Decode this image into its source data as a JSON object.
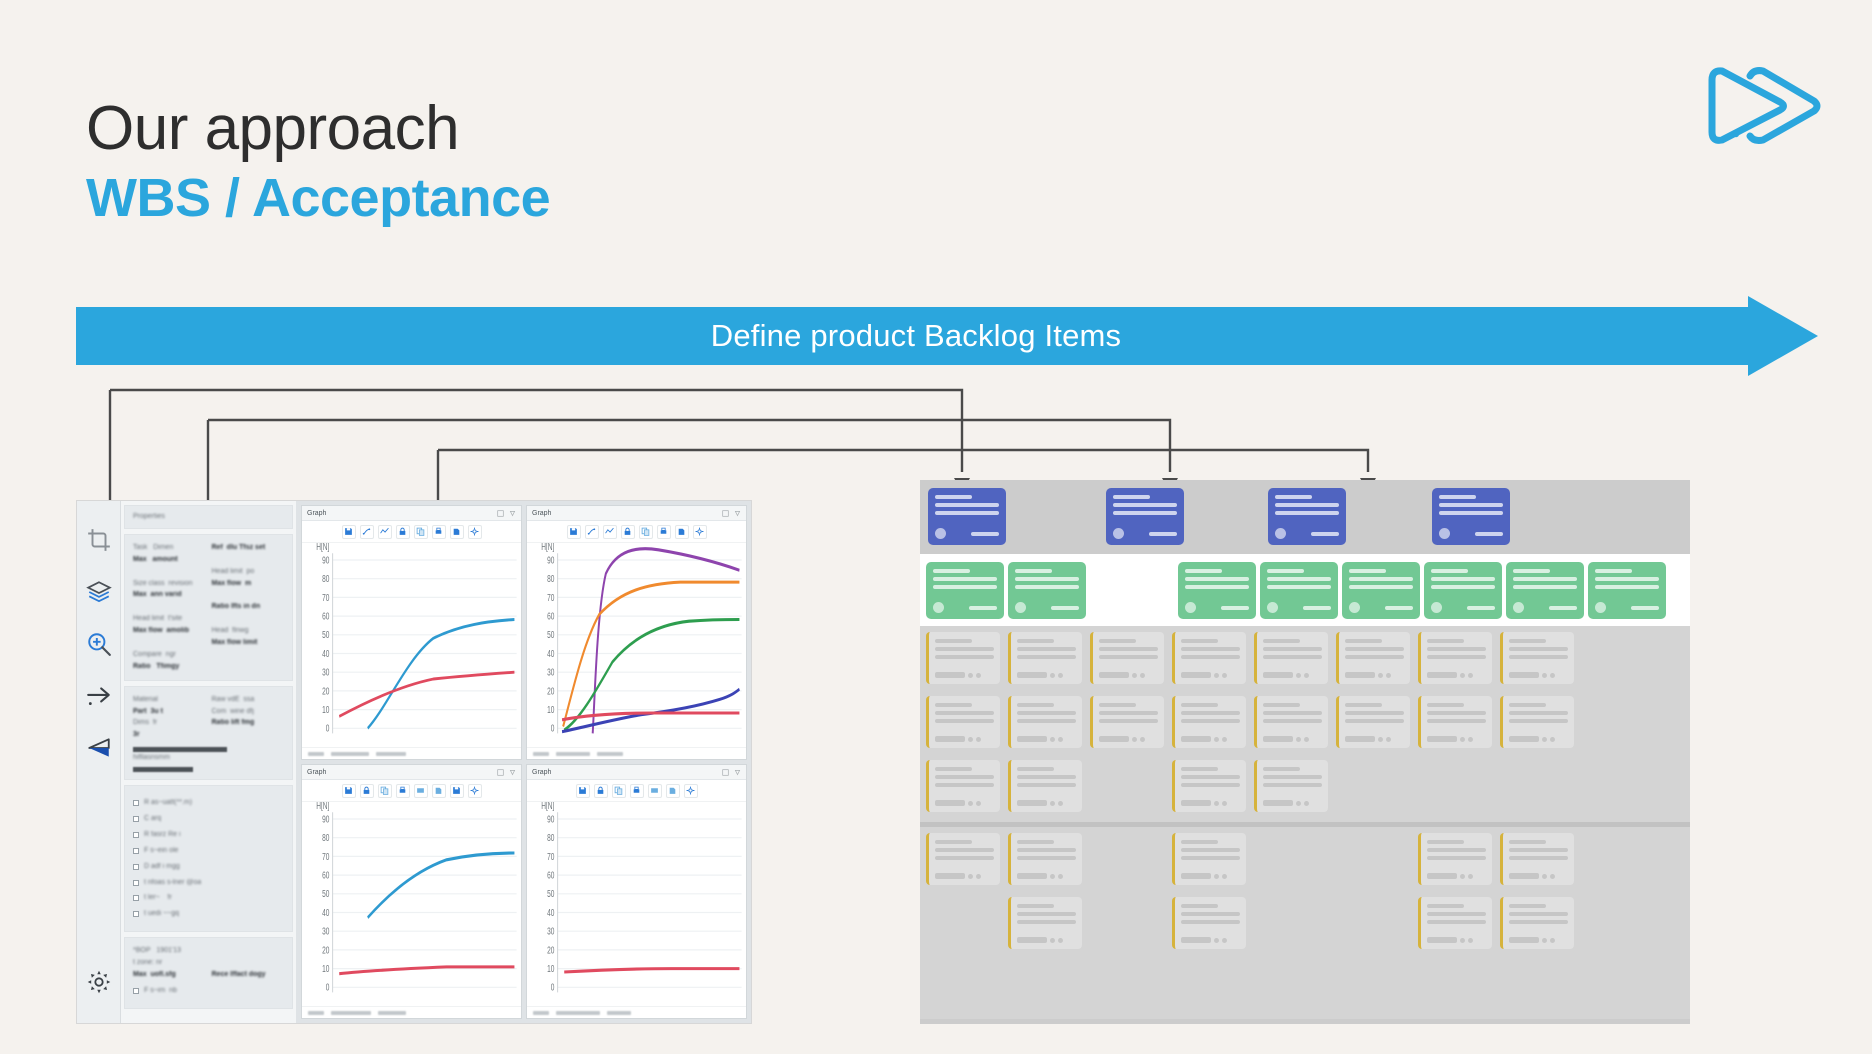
{
  "slide": {
    "background_color": "#f5f2ee",
    "accent_color": "#2ba6dd",
    "title_primary": "Our approach",
    "title_secondary": "WBS / Acceptance"
  },
  "logo": {
    "name": "double-chevron-play-logo",
    "color": "#2ba6dd"
  },
  "banner": {
    "label": "Define product Backlog Items",
    "fill_color": "#2ba6dd",
    "text_color": "#ffffff",
    "shape": "right-arrow"
  },
  "connectors": {
    "stroke_color": "#4a4a4a",
    "lines": [
      {
        "from": "app-window-top",
        "to": "board-epic-1",
        "y": 330
      },
      {
        "from": "app-window-top",
        "to": "board-epic-2",
        "y": 358
      },
      {
        "from": "app-window-top",
        "to": "board-epic-3",
        "y": 386
      }
    ]
  },
  "app_window": {
    "name": "simulation-application",
    "toolbar": {
      "icons": [
        {
          "name": "crop-icon",
          "label": "Crop"
        },
        {
          "name": "layers-icon",
          "label": "Layers"
        },
        {
          "name": "zoom-in-icon",
          "label": "Zoom in"
        },
        {
          "name": "arrow-right-icon",
          "label": "Move"
        },
        {
          "name": "measure-triangle-icon",
          "label": "Measure"
        },
        {
          "name": "gear-icon",
          "label": "Settings"
        }
      ]
    },
    "side_panel": {
      "header_label": "Properties",
      "sections": [
        {
          "name": "task-properties",
          "fields": [
            {
              "label": "Task",
              "value": "(blurred)"
            },
            {
              "label": "Max",
              "value": "(blurred)"
            },
            {
              "label": "Ref",
              "value": "(blurred)"
            },
            {
              "label": "Size class",
              "value": "(blurred)"
            },
            {
              "label": "Head",
              "value": "(blurred)"
            },
            {
              "label": "Max",
              "value": "(blurred)"
            },
            {
              "label": "Head limit",
              "value": "(blurred)"
            },
            {
              "label": "Max flow",
              "value": "(blurred)"
            },
            {
              "label": "Ratio",
              "value": "(blurred)"
            },
            {
              "label": "Compare",
              "value": "(blurred)"
            },
            {
              "label": "Ratio",
              "value": "(blurred)"
            }
          ]
        },
        {
          "name": "material-section",
          "fields": [
            {
              "label": "Material",
              "value": "(blurred)"
            },
            {
              "label": "Part",
              "value": "(blurred)"
            },
            {
              "label": "Raw",
              "value": "(blurred)"
            },
            {
              "label": "Com",
              "value": "(blurred)"
            },
            {
              "label": "Dims",
              "value": "(blurred)"
            },
            {
              "label": "Ratio",
              "value": "(blurred)"
            }
          ]
        },
        {
          "name": "options-checklist",
          "items": [
            {
              "label": "(blurred)",
              "checked": false
            },
            {
              "label": "(blurred)",
              "checked": false
            },
            {
              "label": "(blurred)",
              "checked": false
            },
            {
              "label": "(blurred)",
              "checked": false
            },
            {
              "label": "(blurred)",
              "checked": false
            },
            {
              "label": "(blurred)",
              "checked": false
            },
            {
              "label": "(blurred)",
              "checked": false
            }
          ]
        },
        {
          "name": "footer-section",
          "fields": [
            {
              "label": "BOP",
              "value": "(blurred)"
            },
            {
              "label": "Max",
              "value": "(blurred)"
            },
            {
              "label": "Rece",
              "value": "(blurred)"
            }
          ]
        }
      ]
    },
    "graph_panels": [
      {
        "name": "graph-panel-1",
        "title": "Graph"
      },
      {
        "name": "graph-panel-2",
        "title": "Graph"
      },
      {
        "name": "graph-panel-3",
        "title": "Graph"
      },
      {
        "name": "graph-panel-4",
        "title": "Graph"
      }
    ],
    "graph_toolbar_icons": [
      "save-icon",
      "curve-fit-icon",
      "line-chart-icon",
      "lock-icon",
      "copy-icon",
      "print-icon",
      "export-icon",
      "settings-icon"
    ]
  },
  "chart_data": [
    {
      "id": "graph-panel-1",
      "type": "line",
      "title": "Graph",
      "xlabel": "",
      "ylabel": "H [N]",
      "ylim": [
        0,
        90
      ],
      "yticks": [
        0,
        10,
        20,
        30,
        40,
        50,
        60,
        70,
        80,
        90
      ],
      "xticks": [
        "0.05"
      ],
      "grid": true,
      "legend": "none",
      "x": [
        0.05,
        0.15,
        0.3,
        0.45,
        0.6,
        0.75,
        0.9,
        1.0
      ],
      "series": [
        {
          "name": "series-blue",
          "color": "#2e9ad0",
          "values": [
            null,
            8,
            26,
            43,
            52,
            57,
            59,
            60
          ]
        },
        {
          "name": "series-red",
          "color": "#e04a5f",
          "values": [
            7,
            14,
            21,
            25,
            28,
            30,
            31,
            32
          ]
        }
      ]
    },
    {
      "id": "graph-panel-2",
      "type": "line",
      "title": "Graph",
      "xlabel": "",
      "ylabel": "H [N]",
      "ylim": [
        0,
        90
      ],
      "yticks": [
        0,
        10,
        20,
        30,
        40,
        50,
        60,
        70,
        80,
        90
      ],
      "xticks": [
        "0.05"
      ],
      "grid": true,
      "legend": "none",
      "x": [
        0.05,
        0.12,
        0.2,
        0.3,
        0.45,
        0.6,
        0.75,
        0.9,
        1.0
      ],
      "series": [
        {
          "name": "series-purple",
          "color": "#8e44ad",
          "values": [
            0,
            20,
            70,
            97,
            100,
            99,
            97,
            94,
            92
          ]
        },
        {
          "name": "series-orange",
          "color": "#f08a2e",
          "values": [
            8,
            28,
            52,
            68,
            77,
            81,
            83,
            84,
            84
          ]
        },
        {
          "name": "series-green",
          "color": "#2e9e4f",
          "values": [
            2,
            10,
            26,
            42,
            53,
            58,
            60,
            61,
            61
          ]
        },
        {
          "name": "series-navy",
          "color": "#3b43b5",
          "values": [
            1,
            3,
            6,
            9,
            11,
            12,
            13,
            15,
            18
          ]
        },
        {
          "name": "series-red",
          "color": "#e04a5f",
          "values": [
            6,
            8,
            9,
            9,
            10,
            10,
            10,
            10,
            10
          ]
        }
      ]
    },
    {
      "id": "graph-panel-3",
      "type": "line",
      "title": "Graph",
      "xlabel": "",
      "ylabel": "H [N]",
      "ylim": [
        0,
        90
      ],
      "yticks": [
        0,
        10,
        20,
        30,
        40,
        50,
        60,
        70,
        80,
        90
      ],
      "xticks": [
        "0.05"
      ],
      "grid": true,
      "legend": "none",
      "x": [
        0.2,
        0.35,
        0.5,
        0.65,
        0.8,
        0.95
      ],
      "series": [
        {
          "name": "series-blue",
          "color": "#2e9ad0",
          "values": [
            40,
            54,
            64,
            70,
            73,
            74
          ]
        },
        {
          "name": "series-red",
          "color": "#e04a5f",
          "values": [
            10,
            12,
            13,
            13,
            14,
            14
          ]
        }
      ]
    },
    {
      "id": "graph-panel-4",
      "type": "line",
      "title": "Graph",
      "xlabel": "",
      "ylabel": "H [N]",
      "ylim": [
        0,
        90
      ],
      "yticks": [
        0,
        10,
        20,
        30,
        40,
        50,
        60,
        70,
        80,
        90
      ],
      "xticks": [
        "0.05"
      ],
      "grid": true,
      "legend": "none",
      "x": [
        0.05,
        0.25,
        0.5,
        0.75,
        1.0
      ],
      "series": [
        {
          "name": "series-red",
          "color": "#e04a5f",
          "values": [
            10,
            11,
            11,
            11,
            11
          ]
        }
      ]
    }
  ],
  "board": {
    "name": "product-backlog-board",
    "background_color": "#cccccc",
    "rows": [
      {
        "name": "epic-row",
        "card_color": "#5064c0",
        "band_color": "#cccccc",
        "cards": [
          {
            "name": "epic-card",
            "lines": 3,
            "has_avatar": true,
            "has_tag": true,
            "x": 8
          },
          {
            "name": "epic-card",
            "lines": 3,
            "has_avatar": true,
            "has_tag": true,
            "x": 186
          },
          {
            "name": "epic-card",
            "lines": 3,
            "has_avatar": true,
            "has_tag": true,
            "x": 352
          },
          {
            "name": "epic-card",
            "lines": 3,
            "has_avatar": true,
            "has_tag": true,
            "x": 512
          }
        ]
      },
      {
        "name": "feature-row",
        "card_color": "#72c894",
        "band_color": "#ffffff",
        "cards": [
          {
            "name": "feature-card",
            "x": 8
          },
          {
            "name": "feature-card",
            "x": 88
          },
          {
            "name": "feature-card",
            "x": 256
          },
          {
            "name": "feature-card",
            "x": 336
          },
          {
            "name": "feature-card",
            "x": 416
          },
          {
            "name": "feature-card",
            "x": 496
          },
          {
            "name": "feature-card",
            "x": 576
          },
          {
            "name": "feature-card",
            "x": 656
          }
        ]
      },
      {
        "name": "task-row-group-1",
        "card_color": "#e0e0e0",
        "accent_color": "#d6b33c",
        "band_color": "#d4d4d4",
        "rows": [
          [
            1,
            1,
            1,
            1,
            1,
            1,
            1,
            1
          ],
          [
            1,
            1,
            1,
            1,
            1,
            1,
            1,
            1
          ],
          [
            1,
            1,
            0,
            1,
            1,
            0,
            0,
            0
          ]
        ]
      },
      {
        "name": "task-row-group-2",
        "card_color": "#e0e0e0",
        "accent_color": "#d6b33c",
        "band_color": "#d4d4d4",
        "rows": [
          [
            1,
            1,
            0,
            1,
            0,
            0,
            1,
            1
          ],
          [
            0,
            1,
            0,
            1,
            0,
            0,
            1,
            1
          ]
        ]
      }
    ]
  }
}
